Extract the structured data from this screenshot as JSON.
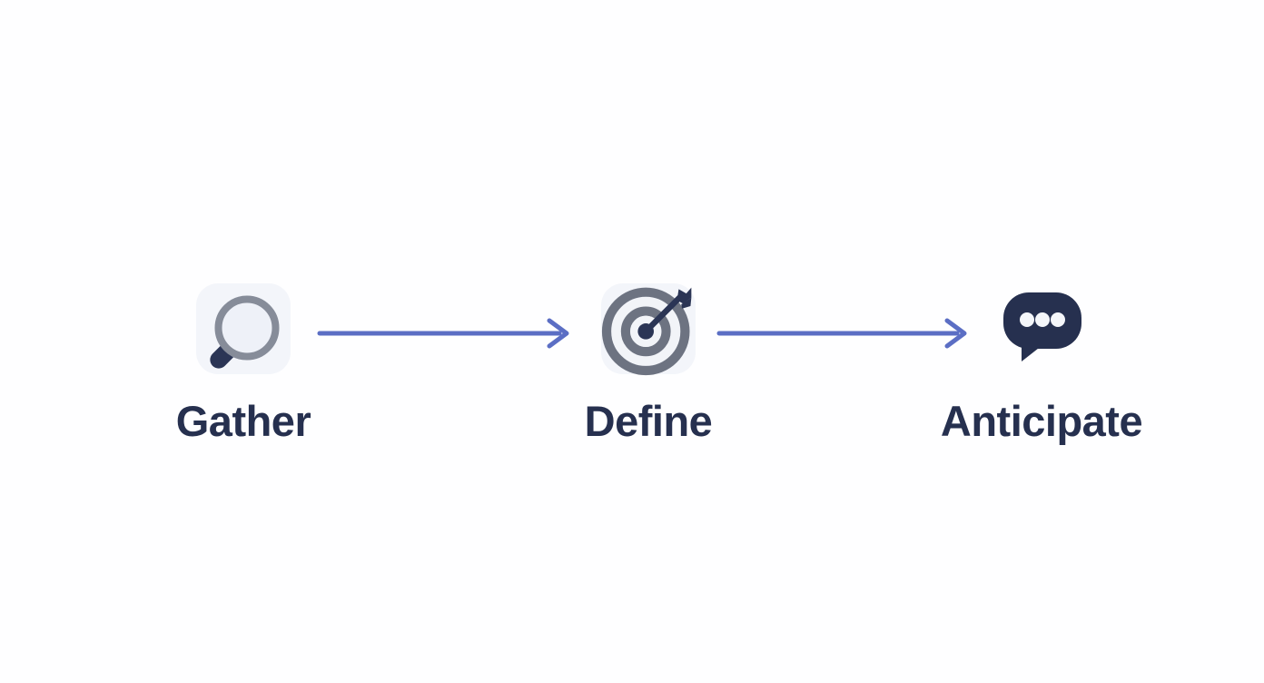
{
  "diagram": {
    "title": "Gather Define Anticipate process flow",
    "background_color": "#fefeff",
    "steps": [
      {
        "id": "gather",
        "label": "Gather",
        "icon": "magnifying-glass-icon",
        "tile_color": "#f3f5fa",
        "has_tile": true
      },
      {
        "id": "define",
        "label": "Define",
        "icon": "target-bullseye-arrow-icon",
        "tile_color": "#f3f5fa",
        "has_tile": true
      },
      {
        "id": "anticipate",
        "label": "Anticipate",
        "icon": "speech-bubble-dots-icon",
        "tile_color": "",
        "has_tile": false
      }
    ],
    "connectors": [
      {
        "id": "connector-1",
        "from": "gather",
        "to": "define",
        "icon": "arrow-right-icon"
      },
      {
        "id": "connector-2",
        "from": "define",
        "to": "anticipate",
        "icon": "arrow-right-icon"
      }
    ],
    "colors": {
      "label_text": "#26304f",
      "arrow": "#5b6ec4",
      "icon_dark_navy": "#293457",
      "icon_gray": "#6d7381",
      "icon_light": "#eef1f7",
      "tile": "#f3f5fa"
    }
  }
}
